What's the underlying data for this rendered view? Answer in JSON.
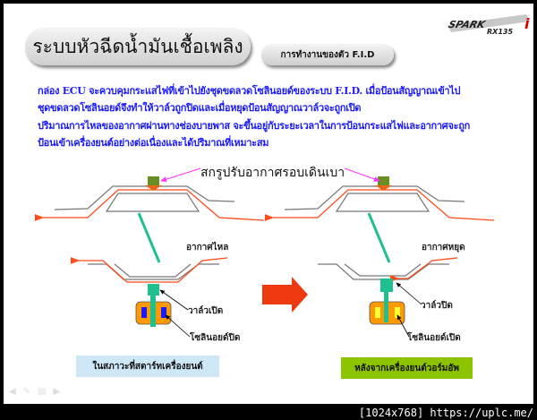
{
  "slide": {
    "title": "ระบบหัวฉีดน้ำมันเชื้อเพลิง",
    "subtitle": "การทำงานของตัว F.I.D",
    "logo_text": "SPARK RX135 i",
    "paragraph": [
      "กล่อง ECU จะควบคุมกระแสไฟที่เข้าไปยังชุดขดลวดโซลินอยด์ของระบบ F.I.D.  เมื่อป้อนสัญญาณเข้าไป",
      "ชุดขดลวดโซลินอยด์จึงทำให้วาล์วถูกปิดและเมื่อหยุดป้อนสัญญาณวาล์วจะถูกเปิด",
      "ปริมาณการไหลของอากาศผ่านทางช่องบายพาส จะขึ้นอยู่กับระยะเวลาในการป้อนกระแสไฟและอากาศจะถูก",
      "ป้อนเข้าเครื่องยนต์อย่างต่อเนื่องและได้ปริมาณที่เหมาะสม"
    ],
    "diagram": {
      "title": "สกรูปรับอากาศรอบเดินเบา",
      "left": {
        "air_label": "อากาศไหล",
        "valve_label": "วาล์วเปิด",
        "solenoid_label": "โซลินอยด์ปิด",
        "caption": "ในสภาวะที่สตาร์ทเครื่องยนต์"
      },
      "right": {
        "air_label": "อากาศหยุด",
        "valve_label": "วาล์วปิด",
        "solenoid_label": "โซลินอยด์เปิด",
        "caption": "หลังจากเครื่องยนต์วอร์มอัพ"
      }
    },
    "colors": {
      "text_blue": "#1a1aff",
      "air_flow": "#ff4a1a",
      "valve": "#1fbf8f",
      "solenoid": "#ff9900",
      "coil_off": "#1a1aff",
      "coil_on": "#ffff33",
      "pointer": "#ff33ff"
    }
  },
  "nav_icons": [
    "back-icon",
    "pen-icon",
    "menu-icon",
    "forward-icon"
  ],
  "footer": "[1024x768] https://uplc.me/"
}
